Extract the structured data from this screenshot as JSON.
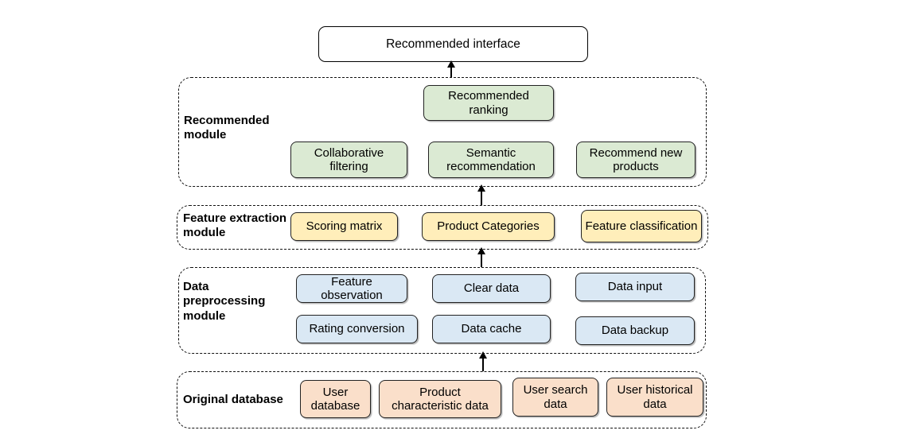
{
  "colors": {
    "green": "#dbead3",
    "yellow": "#ffeeba",
    "blue": "#dae8f4",
    "peach": "#fadfca",
    "arrow": "#000000"
  },
  "interface_box": {
    "label": "Recommended interface"
  },
  "modules": [
    {
      "label": "Recommended module",
      "boxes": [
        {
          "label": "Recommended ranking"
        },
        {
          "label": "Collaborative filtering"
        },
        {
          "label": "Semantic recommendation"
        },
        {
          "label": "Recommend new products"
        }
      ]
    },
    {
      "label": "Feature extraction module",
      "boxes": [
        {
          "label": "Scoring matrix"
        },
        {
          "label": "Product Categories"
        },
        {
          "label": "Feature classification"
        }
      ]
    },
    {
      "label": "Data preprocessing module",
      "boxes": [
        {
          "label": "Feature observation"
        },
        {
          "label": "Clear data"
        },
        {
          "label": "Data input"
        },
        {
          "label": "Rating conversion"
        },
        {
          "label": "Data cache"
        },
        {
          "label": "Data backup"
        }
      ]
    },
    {
      "label": "Original database",
      "boxes": [
        {
          "label": "User database"
        },
        {
          "label": "Product characteristic data"
        },
        {
          "label": "User search data"
        },
        {
          "label": "User historical data"
        }
      ]
    }
  ]
}
